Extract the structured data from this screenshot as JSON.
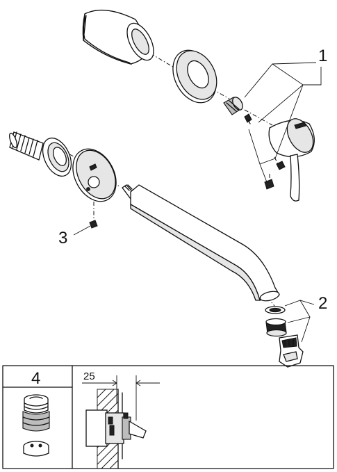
{
  "callouts": {
    "one": "1",
    "two": "2",
    "three": "3",
    "four": "4"
  },
  "inset": {
    "spare_part_number": "4",
    "dimension_value": "25"
  },
  "colors": {
    "line": "#111111",
    "surface": "#ffffff",
    "shade": "#e6e6e6"
  }
}
